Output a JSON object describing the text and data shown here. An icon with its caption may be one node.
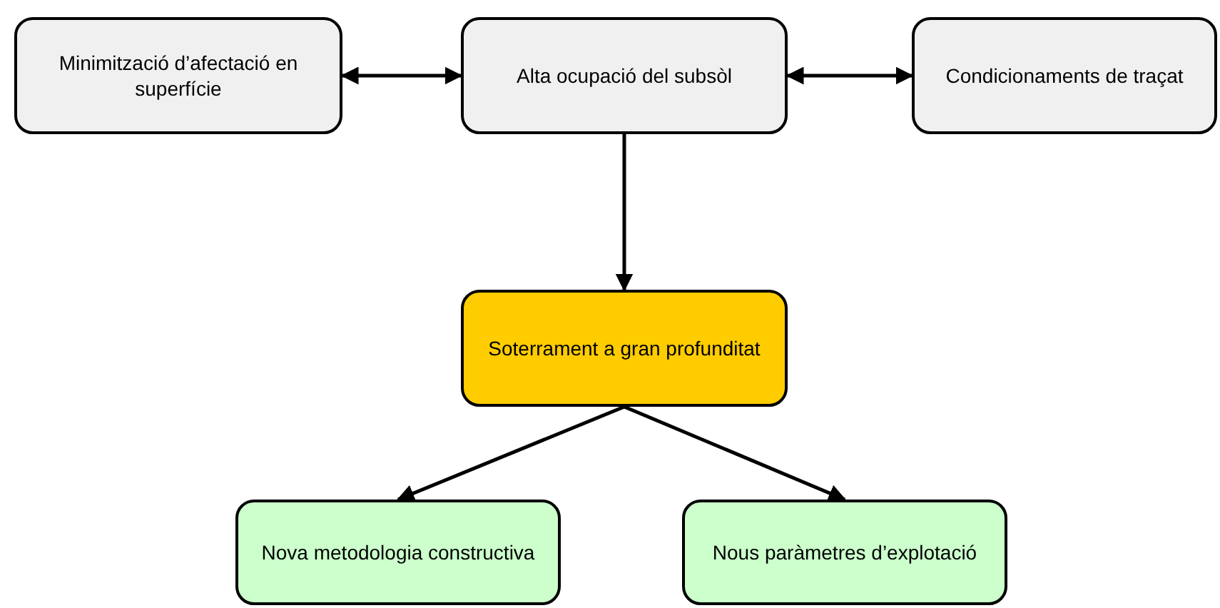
{
  "diagram": {
    "nodes": [
      {
        "text": [
          "Minimització d’afectació en superfície"
        ]
      },
      {
        "text": [
          "Alta ocupació del subsòl"
        ]
      },
      {
        "text": [
          "Condicionaments de traçat"
        ]
      },
      {
        "text": [
          "Soterrament a gran profunditat"
        ]
      },
      {
        "text": [
          "Nova metodologia constructiva"
        ]
      },
      {
        "text": [
          "Nous paràmetres d’explotació"
        ]
      }
    ],
    "edges": [
      {
        "from": 0,
        "to": 1,
        "arrow": "both"
      },
      {
        "from": 1,
        "to": 2,
        "arrow": "both"
      },
      {
        "from": 1,
        "to": 3,
        "arrow": "to"
      },
      {
        "from": 3,
        "to": 4,
        "arrow": "to"
      },
      {
        "from": 3,
        "to": 5,
        "arrow": "to"
      }
    ]
  }
}
